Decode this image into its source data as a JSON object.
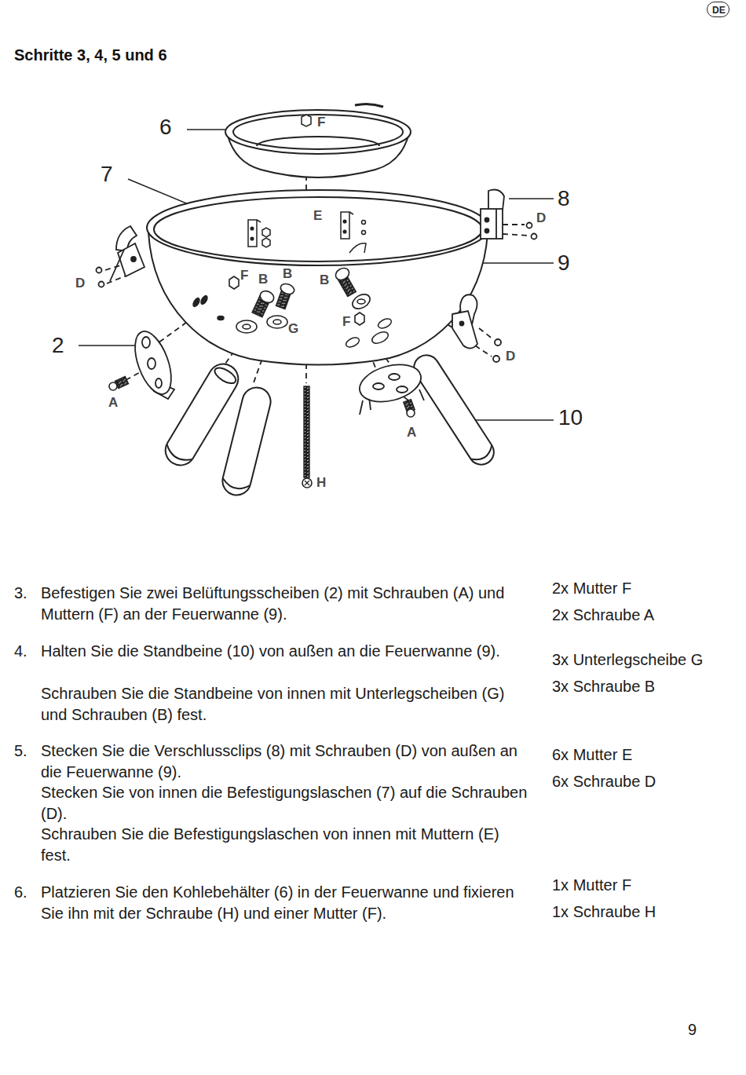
{
  "diagram": {
    "title": "Schritte 3, 4, 5 und 6",
    "nodes": [
      {
        "text": [
          "DE"
        ]
      }
    ],
    "labels": [
      "6",
      "F",
      "7",
      "E",
      "8",
      "D",
      "9",
      "D",
      "F",
      "B",
      "B",
      "B",
      "G",
      "F",
      "2",
      "D",
      "A",
      "10",
      "A",
      "H",
      "3.",
      "Befestigen Sie zwei Belüftungsscheiben (2) mit Schrauben (A) und Muttern (F) an der Feuerwanne (9).",
      "2x Mutter F",
      "2x Schraube A",
      "4.",
      "Halten Sie die Standbeine (10) von außen an die Feuerwanne (9).",
      "Schrauben Sie die Standbeine von innen mit Unterlegscheiben (G) und Schrauben (B) fest.",
      "3x Unterlegscheibe G",
      "3x Schraube B",
      "5.",
      "Stecken Sie die Verschlussclips (8) mit Schrauben (D) von außen an die Feuerwanne (9).",
      "Stecken Sie von innen die Befestigungslaschen (7) auf die Schrauben (D).",
      "Schrauben Sie die Befestigungslaschen von innen mit Muttern (E) fest.",
      "6x Mutter E",
      "6x Schraube D",
      "6.",
      "Platzieren Sie den Kohlebehälter (6) in der Feuerwanne und fixieren Sie ihn mit der Schraube (H) und einer Mutter (F).",
      "1x Mutter F",
      "1x Schraube H",
      "9"
    ]
  }
}
